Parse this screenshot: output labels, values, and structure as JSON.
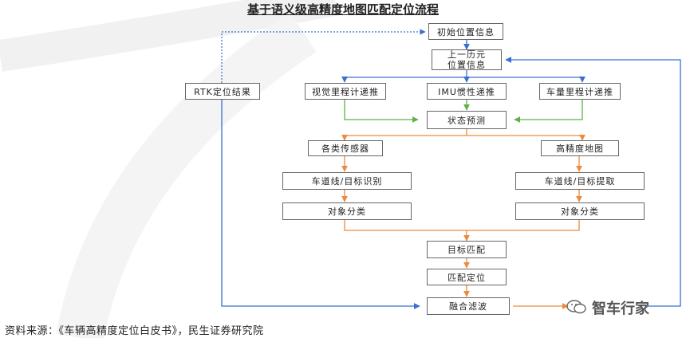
{
  "title": "基于语义级高精度地图匹配定位流程",
  "nodes": {
    "initial": "初始位置信息",
    "prev_line1": "上一历元",
    "prev_line2": "位置信息",
    "rtk": "RTK定位结果",
    "vo": "视觉里程计递推",
    "imu": "IMU惯性递推",
    "wheel": "车量里程计递推",
    "state": "状态预测",
    "sensors": "各类传感器",
    "hdmap": "高精度地图",
    "lane_detect": "车道线/目标识别",
    "lane_extract": "车道线/目标提取",
    "classify_left": "对象分类",
    "classify_right": "对象分类",
    "match": "目标匹配",
    "locate": "匹配定位",
    "fusion": "融合滤波"
  },
  "source": "资料来源：《车辆高精度定位白皮书》，民生证券研究院",
  "watermark": "智车行家",
  "colors": {
    "blue": "#3a6fd0",
    "green": "#5fb04a",
    "orange": "#ee8a3c",
    "box_border": "#666666"
  }
}
